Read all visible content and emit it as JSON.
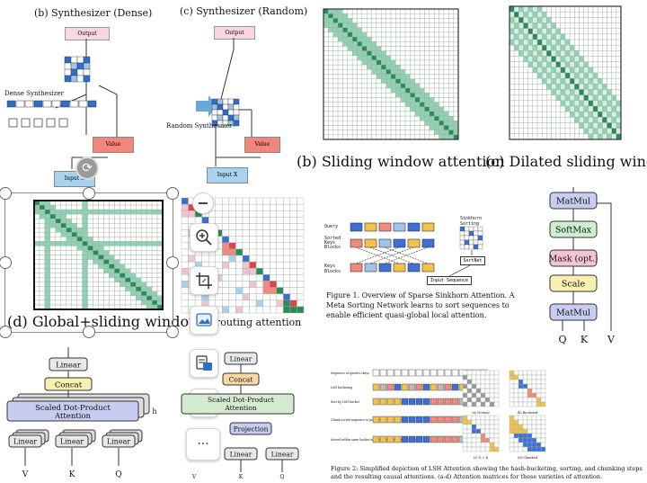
{
  "panels": {
    "dense": {
      "title": "(b) Synthesizer (Dense)",
      "output": "Output",
      "value": "Value",
      "input": "Input X",
      "side": "Dense Synthesizer"
    },
    "random": {
      "title": "(c) Synthesizer (Random)",
      "output": "Output",
      "value": "Value",
      "input": "Input X",
      "side": "Random Synthesizer"
    },
    "sliding": {
      "caption": "(b) Sliding window attention"
    },
    "dilated": {
      "caption": "(c) Dilated sliding window"
    },
    "global": {
      "caption": "(d) Global+sliding window"
    },
    "routing": {
      "caption": "routing attention"
    },
    "sinkhorn": {
      "rows": [
        "Query",
        "Sorted Keys Blocks",
        "Keys Blocks"
      ],
      "sorting": "Sinkhorn Sorting",
      "sortnet": "SortNet",
      "input": "Input Sequence",
      "caption": "Figure 1. Overview of Sparse Sinkhorn Attention. A Meta Sorting Network learns to sort sequences to enable efficient quasi-global local attention."
    },
    "sdpa": {
      "layers": [
        "MatMul",
        "SoftMax",
        "Mask (opt.)",
        "Scale",
        "MatMul"
      ],
      "inputs": [
        "Q",
        "K",
        "V"
      ]
    },
    "mha": {
      "linear_top": "Linear",
      "concat": "Concat",
      "attention": "Scaled Dot-Product Attention",
      "h": "h",
      "linears": [
        "Linear",
        "Linear",
        "Linear"
      ],
      "inputs": [
        "V",
        "K",
        "Q"
      ]
    },
    "mha2": {
      "linear_top": "Linear",
      "concat": "Concat",
      "attention": "Scaled Dot-Product Attention",
      "projection": "Projection",
      "linears": [
        "Linear",
        "Linear"
      ],
      "inputs": [
        "V",
        "K",
        "Q"
      ]
    },
    "lsh": {
      "rows": [
        "Sequence of queries=keys",
        "LSH bucketing",
        "Sort by LSH bucket",
        "Chunk sorted sequence to parallelize",
        "Attend within same bucket in own chunk and previous chunk"
      ],
      "sub": [
        "(a) Normal",
        "(b) Bucketed",
        "(c) Q = K",
        "(d) Chunked"
      ],
      "caption": "Figure 2: Simplified depiction of LSH Attention showing the hash-bucketing, sorting, and chunking steps and the resulting causal attentions. (a-d) Attention matrices for these varieties of attention."
    }
  },
  "toolbar": {
    "ellipsis": "···"
  },
  "colors": {
    "band": "#8fd1b2",
    "diag": "#2c8a57",
    "pink": "#f3c2d2",
    "red": "#f08a7e",
    "blue": "#a8d0f0",
    "grid": "#b8c8c0"
  }
}
